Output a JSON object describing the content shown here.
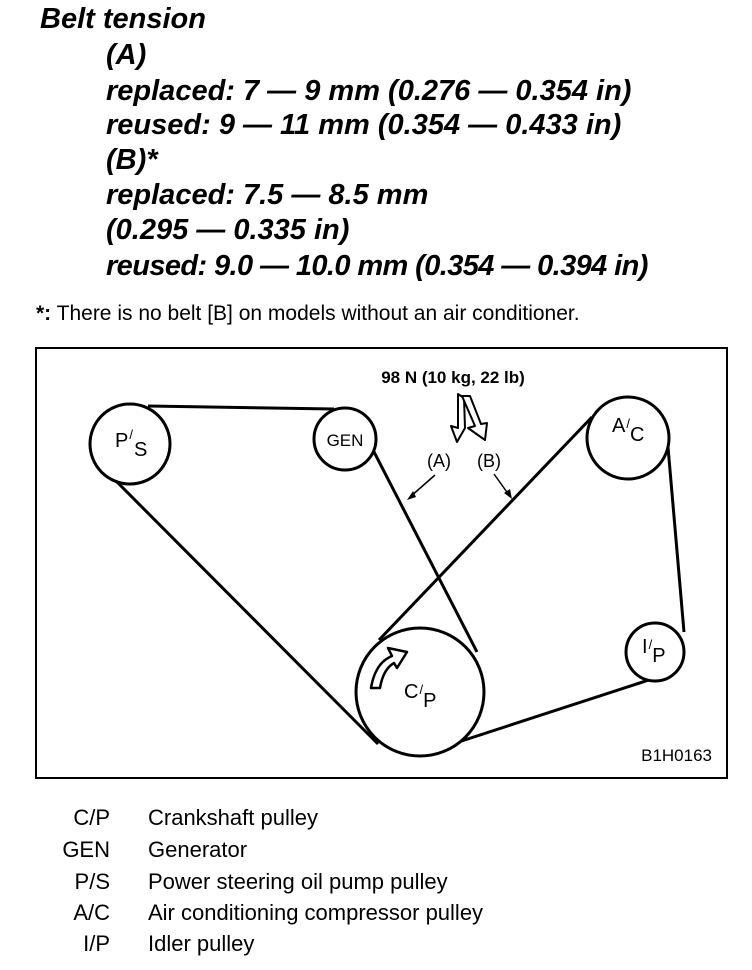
{
  "spec": {
    "title": "Belt tension",
    "a_label": "(A)",
    "a_replaced": "replaced: 7 — 9 mm (0.276 — 0.354 in)",
    "a_reused": "reused: 9 — 11 mm (0.354 — 0.433 in)",
    "b_label": "(B)*",
    "b_replaced": "replaced: 7.5 — 8.5 mm",
    "b_replaced_in": "(0.295 — 0.335 in)",
    "b_reused": "reused: 9.0 — 10.0 mm (0.354 — 0.394 in)"
  },
  "note": {
    "marker": "*:",
    "text": " There is no belt [B] on models without an air conditioner."
  },
  "diagram": {
    "force": "98 N (10 kg, 22 lb)",
    "belt_a": "(A)",
    "belt_b": "(B)",
    "figure_id": "B1H0163",
    "pulleys": {
      "ps": {
        "main": "P",
        "sub": "S"
      },
      "gen": {
        "main": "GEN"
      },
      "ac": {
        "main": "A",
        "sub": "C"
      },
      "cp": {
        "main": "C",
        "sub": "P"
      },
      "ip": {
        "main": "I",
        "sub": "P"
      }
    }
  },
  "legend": [
    {
      "code": "C/P",
      "desc": "Crankshaft pulley"
    },
    {
      "code": "GEN",
      "desc": "Generator"
    },
    {
      "code": "P/S",
      "desc": "Power steering oil pump pulley"
    },
    {
      "code": "A/C",
      "desc": "Air conditioning compressor pulley"
    },
    {
      "code": "I/P",
      "desc": "Idler pulley"
    }
  ]
}
